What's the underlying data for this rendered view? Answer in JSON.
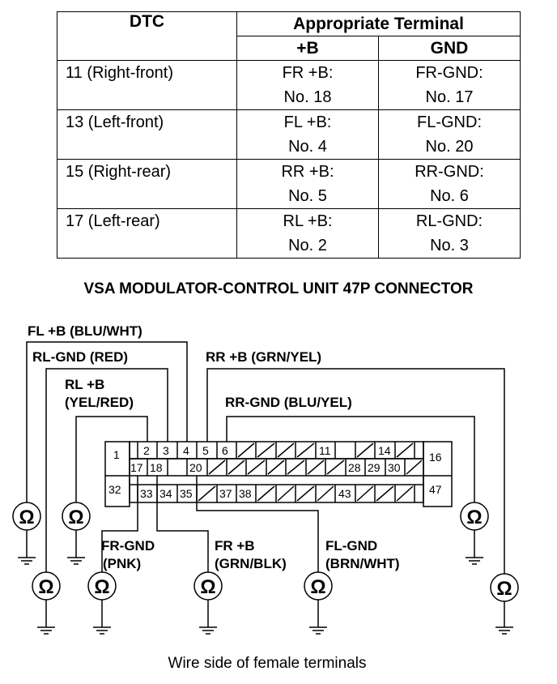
{
  "table": {
    "header": {
      "dtc": "DTC",
      "appropriate_terminal": "Appropriate Terminal",
      "b_plus": "+B",
      "gnd": "GND"
    },
    "rows": [
      {
        "dtc": "11 (Right-front)",
        "b_line1": "FR +B:",
        "b_line2": "No. 18",
        "gnd_line1": "FR-GND:",
        "gnd_line2": "No. 17"
      },
      {
        "dtc": "13 (Left-front)",
        "b_line1": "FL +B:",
        "b_line2": "No. 4",
        "gnd_line1": "FL-GND:",
        "gnd_line2": "No. 20"
      },
      {
        "dtc": "15 (Right-rear)",
        "b_line1": "RR +B:",
        "b_line2": "No. 5",
        "gnd_line1": "RR-GND:",
        "gnd_line2": "No. 6"
      },
      {
        "dtc": "17 (Left-rear)",
        "b_line1": "RL +B:",
        "b_line2": "No. 2",
        "gnd_line1": "RL-GND:",
        "gnd_line2": "No. 3"
      }
    ]
  },
  "connector_title": "VSA MODULATOR-CONTROL UNIT 47P CONNECTOR",
  "wire_labels": {
    "fl_b": "FL +B (BLU/WHT)",
    "rl_gnd": "RL-GND (RED)",
    "rl_b_line1": "RL +B",
    "rl_b_line2": "(YEL/RED)",
    "rr_b": "RR +B (GRN/YEL)",
    "rr_gnd": "RR-GND (BLU/YEL)",
    "fr_gnd_line1": "FR-GND",
    "fr_gnd_line2": "(PNK)",
    "fr_b_line1": "FR +B",
    "fr_b_line2": "(GRN/BLK)",
    "fl_gnd_line1": "FL-GND",
    "fl_gnd_line2": "(BRN/WHT)"
  },
  "pins": {
    "p1": "1",
    "p2": "2",
    "p3": "3",
    "p4": "4",
    "p5": "5",
    "p6": "6",
    "p11": "11",
    "p14": "14",
    "p16": "16",
    "p17": "17",
    "p18": "18",
    "p20": "20",
    "p28": "28",
    "p29": "29",
    "p30": "30",
    "p32": "32",
    "p33": "33",
    "p34": "34",
    "p35": "35",
    "p37": "37",
    "p38": "38",
    "p43": "43",
    "p47": "47"
  },
  "ohm_symbol": "Ω",
  "caption": "Wire side of female terminals"
}
